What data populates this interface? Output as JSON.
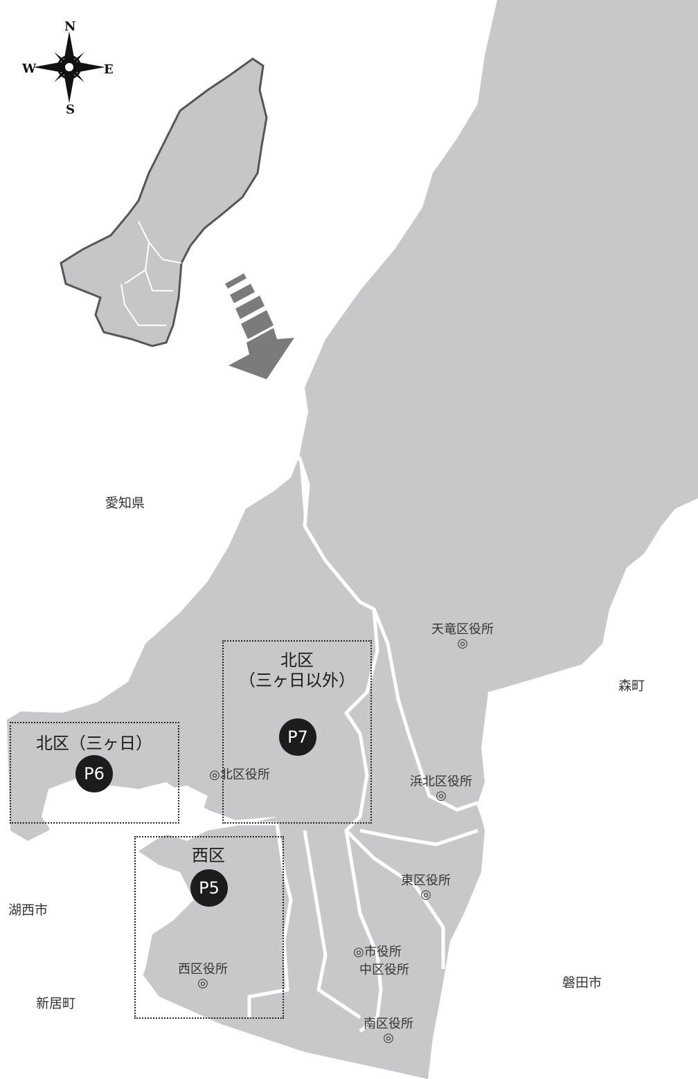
{
  "compass": {
    "n": "N",
    "s": "S",
    "e": "E",
    "w": "W"
  },
  "places": {
    "aichi": "愛知県",
    "mori": "森町",
    "kosai": "湖西市",
    "arai": "新居町",
    "iwata": "磐田市"
  },
  "offices": {
    "tenryu": "天竜区役所",
    "kita": "北区役所",
    "hamakita": "浜北区役所",
    "higashi": "東区役所",
    "shiyakusho": "市役所",
    "naka": "中区役所",
    "nishi": "西区役所",
    "minami": "南区役所",
    "marker": "◎"
  },
  "regions": {
    "kita_other": {
      "line1": "北区",
      "line2": "（三ヶ日以外）",
      "badge": "P7"
    },
    "kita_mikkabi": {
      "title": "北区（三ヶ日）",
      "badge": "P6"
    },
    "nishi": {
      "title": "西区",
      "badge": "P5"
    }
  },
  "colors": {
    "land": "#c8c8ca",
    "inset": "#c6c6c8",
    "arrow": "#7b7b7b",
    "border": "#ffffff",
    "badge": "#1c1c1c"
  }
}
